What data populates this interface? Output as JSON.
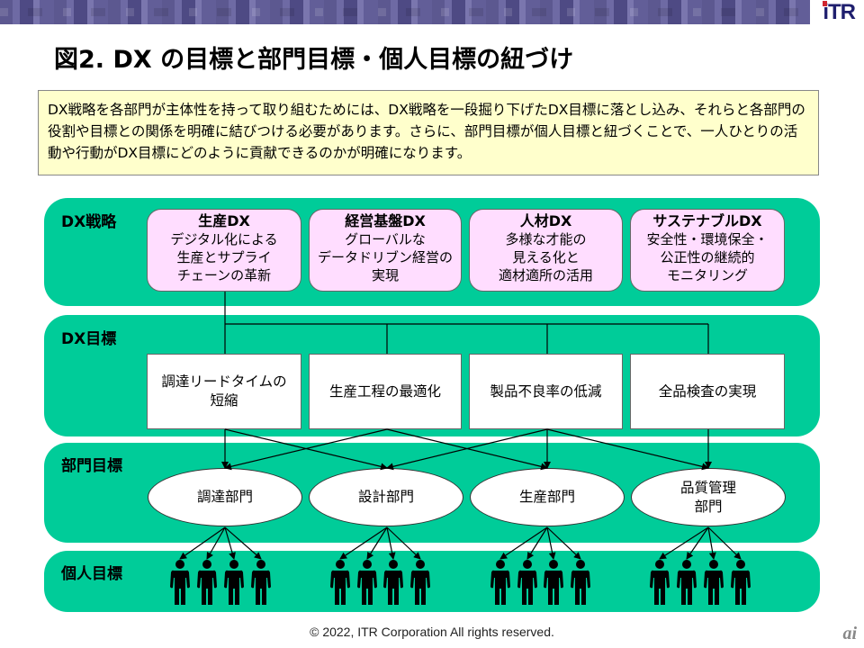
{
  "header": {
    "logo": "iTR",
    "title": "図2.  DX の目標と部門目標・個人目標の紐づけ"
  },
  "note": "DX戦略を各部門が主体性を持って取り組むためには、DX戦略を一段掘り下げたDX目標に落とし込み、それらと各部門の役割や目標との関係を明確に結びつける必要があります。さらに、部門目標が個人目標と紐づくことで、一人ひとりの活動や行動がDX目標にどのように貢献できるのかが明確になります。",
  "layers": {
    "strategy": "DX戦略",
    "goals": "DX目標",
    "dept": "部門目標",
    "personal": "個人目標"
  },
  "strategies": [
    {
      "title": "生産DX",
      "lines": [
        "デジタル化による",
        "生産とサプライ",
        "チェーンの革新"
      ]
    },
    {
      "title": "経営基盤DX",
      "lines": [
        "グローバルな",
        "データドリブン経営の",
        "実現"
      ]
    },
    {
      "title": "人材DX",
      "lines": [
        "多様な才能の",
        "見える化と",
        "適材適所の活用"
      ]
    },
    {
      "title": "サステナブルDX",
      "lines": [
        "安全性・環境保全・",
        "公正性の継続的",
        "モニタリング"
      ]
    }
  ],
  "goals": [
    {
      "lines": [
        "調達リードタイムの",
        "短縮"
      ]
    },
    {
      "lines": [
        "生産工程の最適化"
      ]
    },
    {
      "lines": [
        "製品不良率の低減"
      ]
    },
    {
      "lines": [
        "全品検査の実現"
      ]
    }
  ],
  "departments": [
    {
      "lines": [
        "調達部門"
      ]
    },
    {
      "lines": [
        "設計部門"
      ]
    },
    {
      "lines": [
        "生産部門"
      ]
    },
    {
      "lines": [
        "品質管理",
        "部門"
      ]
    }
  ],
  "people_per_department": 4,
  "footer": "© 2022, ITR  Corporation  All rights reserved.",
  "watermark": "ai",
  "colors": {
    "panel": "#00cc99",
    "strategy_box": "#ffddff",
    "note_bg": "#ffffcc",
    "band": "#5c5890"
  }
}
